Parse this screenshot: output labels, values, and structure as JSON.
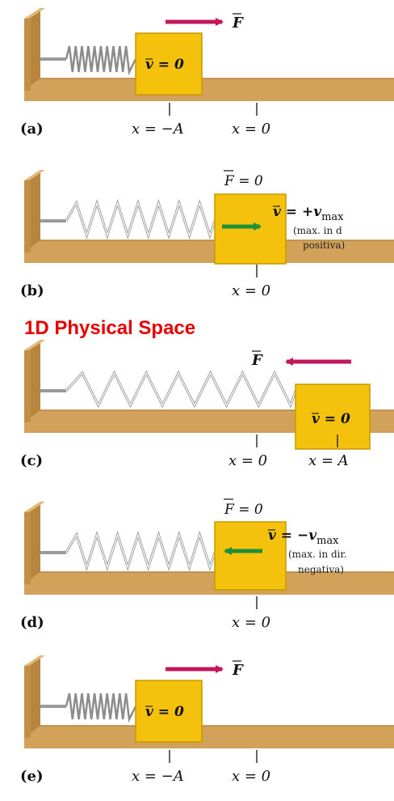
{
  "heading": "1D Physical Space",
  "colors": {
    "wood": "#d2a25b",
    "wood_dark": "#b8853f",
    "block": "#f4c20d",
    "block_edge": "#c79a00",
    "force_arrow": "#c2185b",
    "velocity_arrow": "#1f8f3a",
    "heading": "#e60000"
  },
  "panels": [
    {
      "label": "(a)",
      "force_label": "F",
      "velocity_label": "v = 0",
      "positions": [
        "x = −A",
        "x = 0"
      ]
    },
    {
      "label": "(b)",
      "force_label": "F = 0",
      "velocity_label": "v = +v",
      "velocity_sub": "max",
      "note_line1": "(max. in d",
      "note_line2": "positiva)",
      "positions": [
        "x = 0"
      ]
    },
    {
      "label": "(c)",
      "force_label": "F",
      "velocity_label": "v = 0",
      "positions": [
        "x = 0",
        "x = A"
      ]
    },
    {
      "label": "(d)",
      "force_label": "F = 0",
      "velocity_label": "v = −v",
      "velocity_sub": "max",
      "note_line1": "(max. in dir.",
      "note_line2": "negativa)",
      "positions": [
        "x = 0"
      ]
    },
    {
      "label": "(e)",
      "force_label": "F",
      "velocity_label": "v = 0",
      "positions": [
        "x = −A",
        "x = 0"
      ]
    }
  ]
}
